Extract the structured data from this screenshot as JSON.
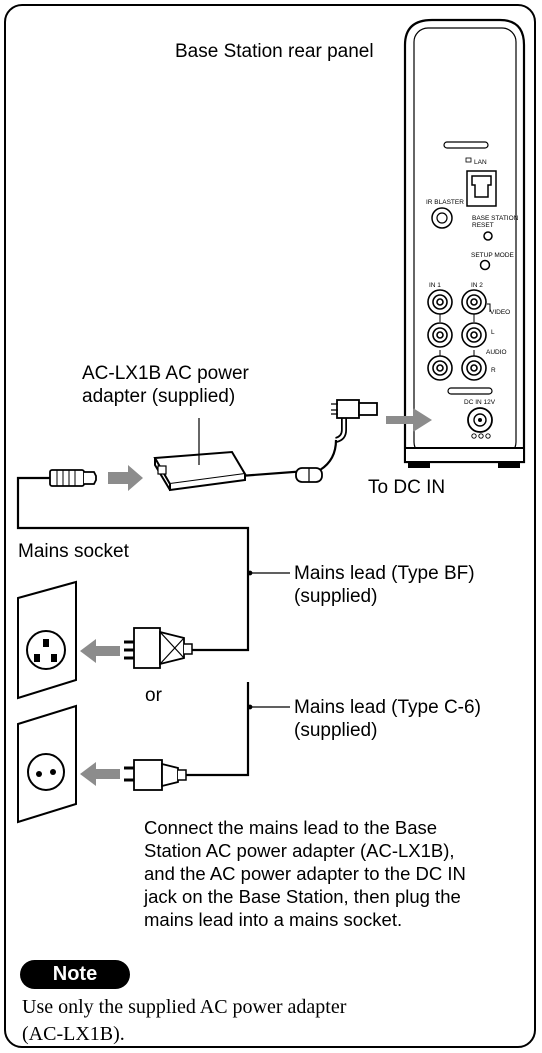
{
  "labels": {
    "rear_panel_title": "Base Station rear panel",
    "adapter": "AC-LX1B AC power\nadapter (supplied)",
    "to_dc_in": "To DC IN",
    "mains_socket": "Mains socket",
    "lead_bf": "Mains lead (Type BF)\n(supplied)",
    "or": "or",
    "lead_c6": "Mains lead (Type C-6)\n(supplied)"
  },
  "panel_text": {
    "lan": "LAN",
    "ir_blaster": "IR BLASTER",
    "reset": "BASE STATION\nRESET",
    "setup_mode": "SETUP MODE",
    "in1": "IN 1",
    "in2": "IN 2",
    "video": "VIDEO",
    "l": "L",
    "audio": "AUDIO",
    "r": "R",
    "dc_in": "DC IN 12V"
  },
  "caption": "Connect the mains lead to the Base\nStation AC power adapter (AC-LX1B),\nand the AC power adapter to the DC IN\njack on the Base Station, then plug the\nmains lead into a mains socket.",
  "note": {
    "badge": "Note",
    "text": "Use only the supplied AC power adapter\n(AC-LX1B)."
  },
  "colors": {
    "arrow": "#8c8c8c",
    "frame": "#000000"
  }
}
